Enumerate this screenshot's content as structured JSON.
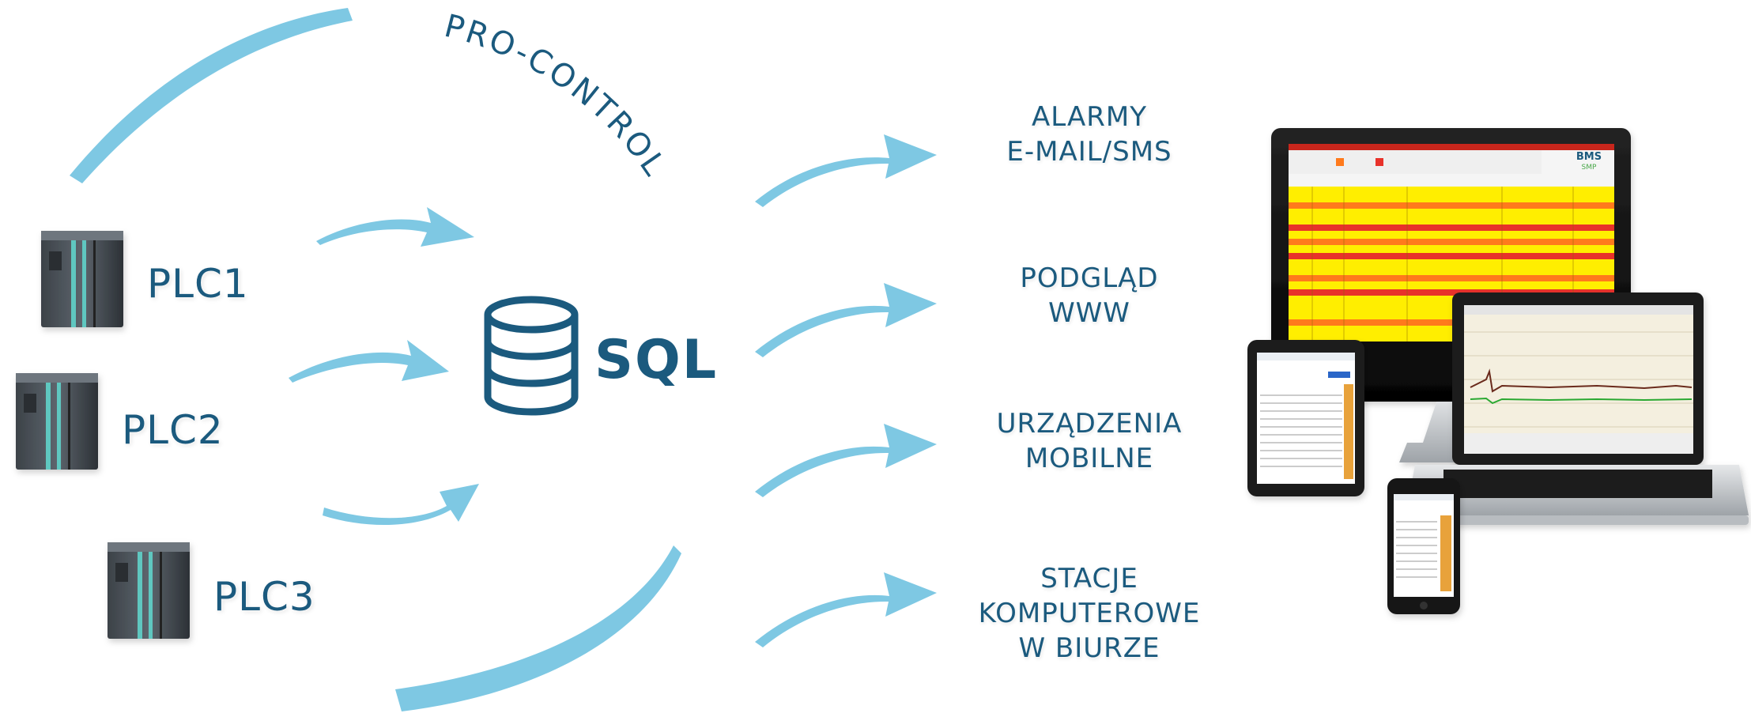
{
  "title_arc": "PRO-CONTROL",
  "sources": [
    {
      "label": "PLC1"
    },
    {
      "label": "PLC2"
    },
    {
      "label": "PLC3"
    }
  ],
  "hub": {
    "label": "SQL",
    "icon": "database-icon"
  },
  "outputs": [
    {
      "lines": [
        "ALARMY",
        "E-MAIL/SMS"
      ]
    },
    {
      "lines": [
        "PODGLĄD",
        "WWW"
      ]
    },
    {
      "lines": [
        "URZĄDZENIA",
        "MOBILNE"
      ]
    },
    {
      "lines": [
        "STACJE",
        "KOMPUTEROWE",
        "W BIURZE"
      ]
    }
  ],
  "devices": {
    "monitor_logo": "BMS",
    "monitor_logo_sub": "SMP"
  },
  "colors": {
    "arrow": "#7ec8e3",
    "text": "#1b5a7e",
    "hub": "#1b5a7e",
    "alarm_yellow": "#ffee00",
    "alarm_orange": "#ff7a1a",
    "alarm_red": "#e8322a"
  }
}
